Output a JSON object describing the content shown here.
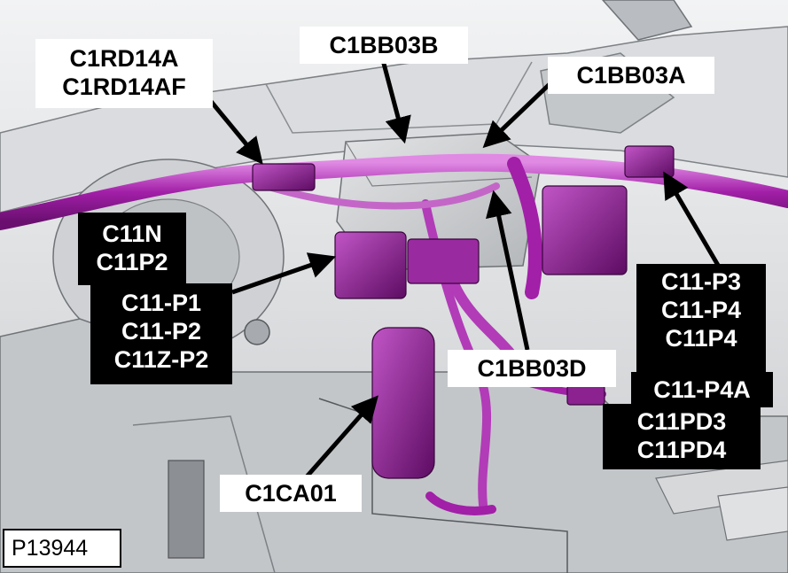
{
  "figure_id": "P13944",
  "colors": {
    "harness": "#a21fa8",
    "harness_highlight": "#d76edb",
    "background_metal": "#d3d5d7",
    "label_black": "#000000",
    "label_white": "#ffffff"
  },
  "callouts": {
    "c1rd14": [
      "C1RD14A",
      "C1RD14AF"
    ],
    "c1bb03b": [
      "C1BB03B"
    ],
    "c1bb03a": [
      "C1BB03A"
    ],
    "c11n_group": [
      "C11N",
      "C11P2",
      "C11-P1",
      "C11-P2",
      "C11Z-P2"
    ],
    "c11p3_group": [
      "C11-P3",
      "C11-P4",
      "C11P4",
      "C11-P4A",
      "C11PD3",
      "C11PD4"
    ],
    "c1bb03d": [
      "C1BB03D"
    ],
    "c1ca01": [
      "C1CA01"
    ]
  }
}
